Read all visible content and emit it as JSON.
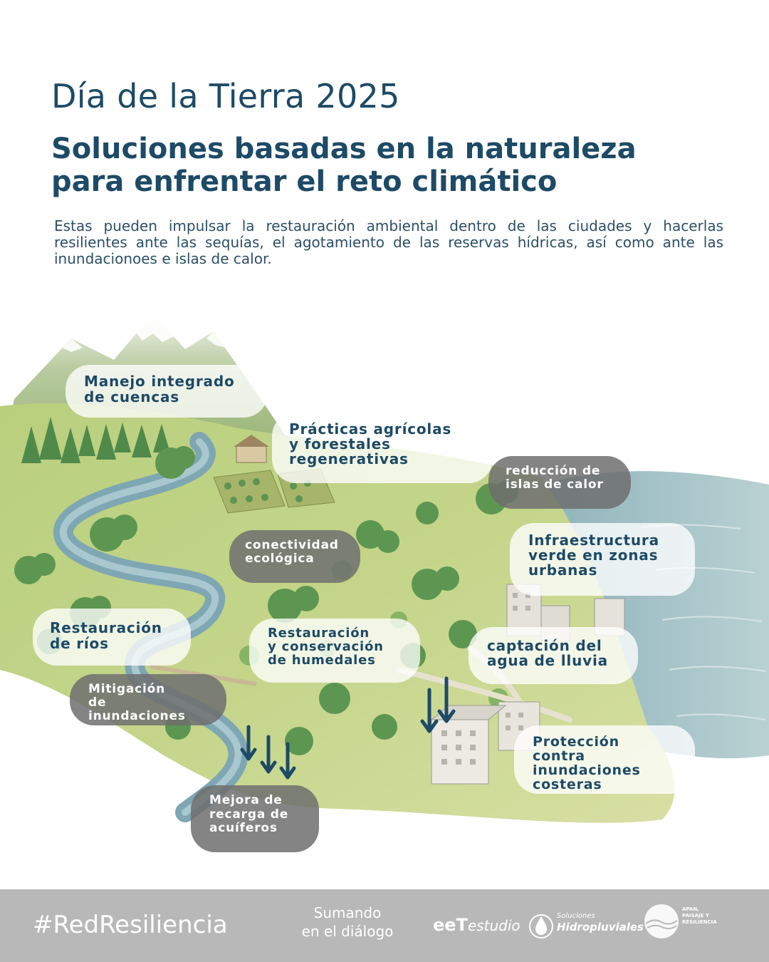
{
  "header": {
    "supertitle": "Día de la Tierra 2025",
    "title": "Soluciones basadas en la naturaleza para enfrentar el reto climático",
    "intro": "Estas pueden impulsar la restauración ambiental dentro de las ciudades y hacerlas resilientes ante las sequías, el agotamiento de las reservas hídricas, así como ante las inundacionoes e islas de calor."
  },
  "labels": {
    "manejo": [
      "Manejo integrado",
      "de cuencas"
    ],
    "practicas": [
      "Prácticas agrícolas",
      "y forestales",
      "regenerativas"
    ],
    "islas": [
      "reducción de",
      "islas de calor"
    ],
    "conectividad": [
      "conectividad",
      "ecológica"
    ],
    "infraestructura": [
      "Infraestructura",
      "verde en zonas",
      "urbanas"
    ],
    "rios": [
      "Restauración",
      "de ríos"
    ],
    "humedales": [
      "Restauración",
      "y conservación",
      "de humedales"
    ],
    "lluvia": [
      "captación del",
      "agua de lluvia"
    ],
    "inundaciones": [
      "Mitigación",
      "de inundaciones"
    ],
    "costeras": [
      "Protección contra",
      "inundaciones",
      "costeras"
    ],
    "acuiferos": [
      "Mejora de",
      "recarga de",
      "acuíferos"
    ]
  },
  "footer": {
    "hashtag": "#RedResiliencia",
    "sumando": [
      "Sumando",
      "en el diálogo"
    ],
    "logo_eet_bold": "eeT",
    "logo_eet_rest": "estudio",
    "logo_sh_small": "Soluciones",
    "logo_sh_big": "Hidropluviales",
    "logo_apan": [
      "APAN,",
      "PAISAJE Y",
      "RESILIENCIA"
    ]
  },
  "colors": {
    "title": "#1d4a66",
    "footer_bg": "#b8b8b8",
    "arrow": "#1d4a66"
  }
}
